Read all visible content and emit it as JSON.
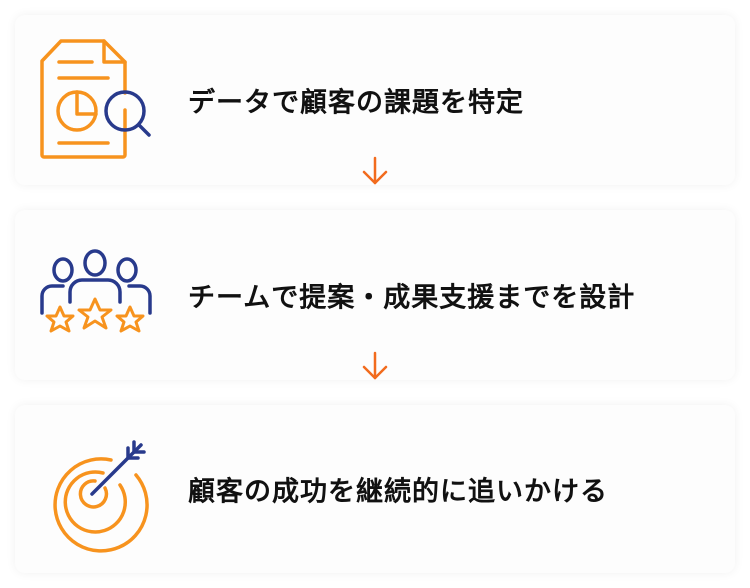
{
  "steps": [
    {
      "label": "データで顧客の課題を特定",
      "icon": "document-chart-search-icon"
    },
    {
      "label": "チームで提案・成果支援までを設計",
      "icon": "team-stars-icon"
    },
    {
      "label": "顧客の成功を継続的に追いかける",
      "icon": "target-arrow-icon"
    }
  ],
  "colors": {
    "orange": "#F7931E",
    "navy": "#283A8C",
    "arrow": "#F26B1D"
  }
}
